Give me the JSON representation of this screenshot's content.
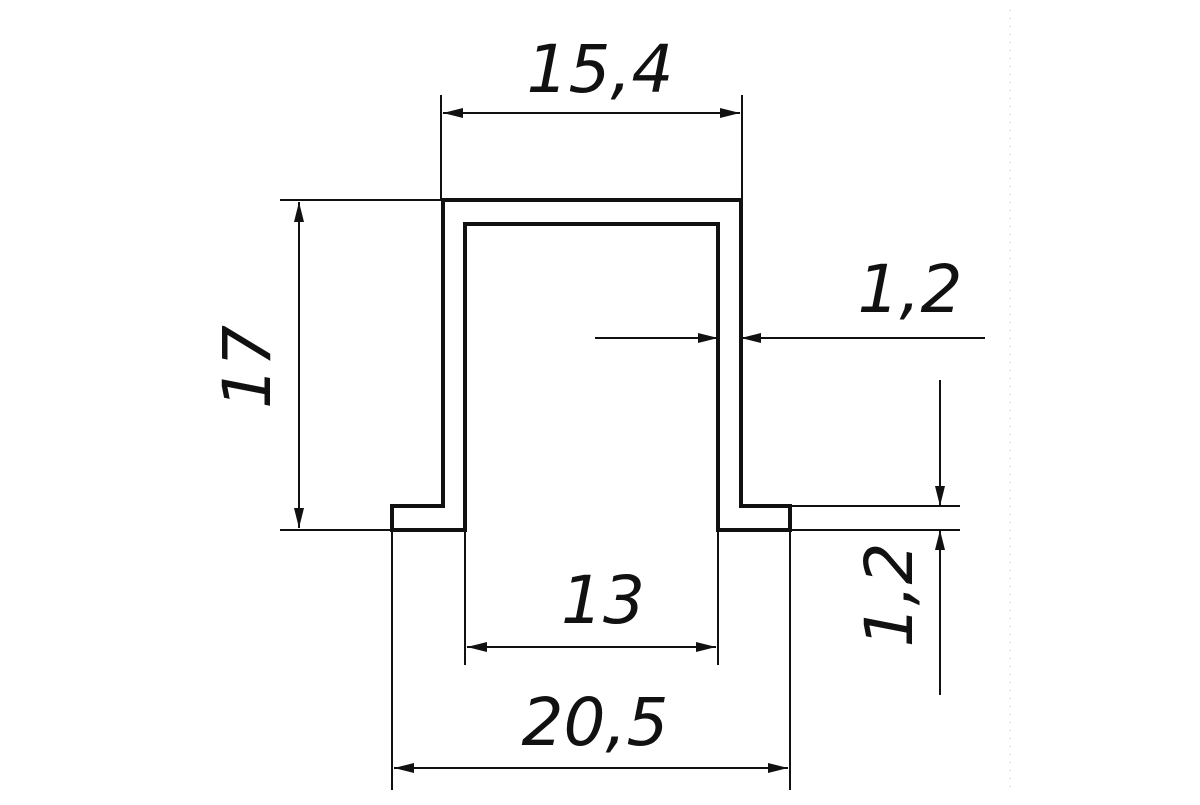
{
  "drawing": {
    "title": "",
    "line_color": "#111111",
    "background_color": "#ffffff"
  },
  "dimensions": {
    "top_width": "15,4",
    "height": "17",
    "wall_thickness_side": "1,2",
    "flange_thickness": "1,2",
    "inner_width": "13",
    "overall_width": "20,5"
  }
}
